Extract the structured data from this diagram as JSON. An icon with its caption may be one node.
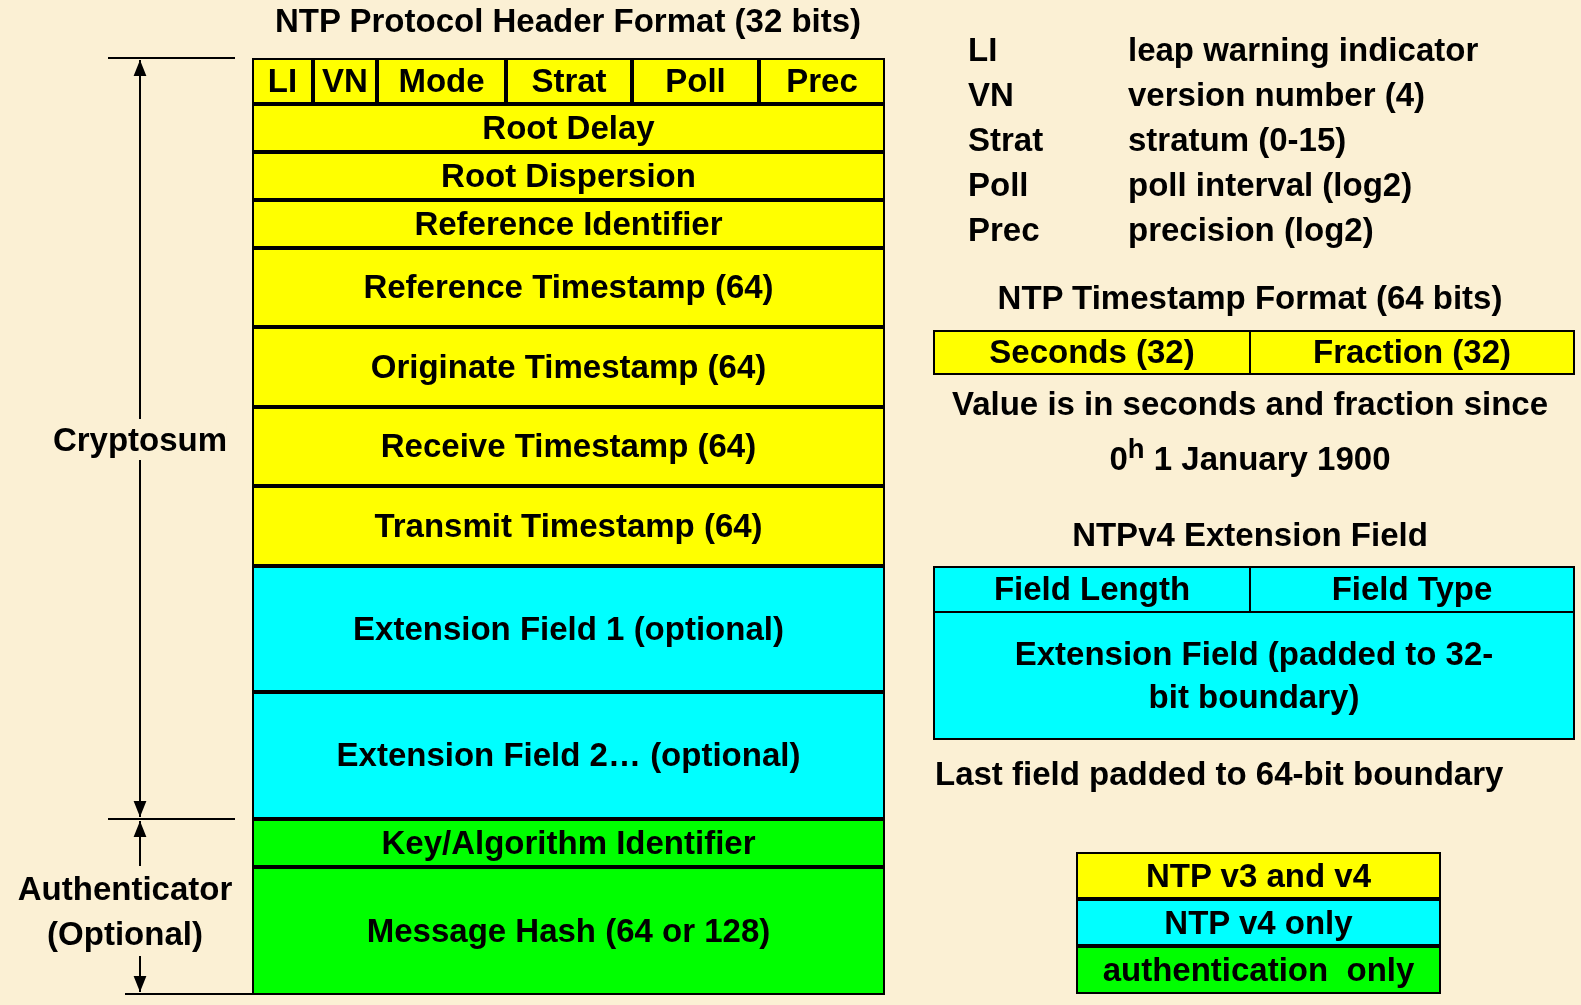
{
  "diagram": {
    "title": "NTP Protocol Header Format (32 bits)",
    "nodes": [
      {
        "text": [
          "LI"
        ]
      },
      {
        "text": [
          "VN"
        ]
      },
      {
        "text": [
          "Mode"
        ]
      },
      {
        "text": [
          "Strat"
        ]
      },
      {
        "text": [
          "Poll"
        ]
      },
      {
        "text": [
          "Prec"
        ]
      },
      {
        "text": [
          "Root Delay"
        ]
      },
      {
        "text": [
          "Root Dispersion"
        ]
      },
      {
        "text": [
          "Reference Identifier"
        ]
      },
      {
        "text": [
          "Reference Timestamp (64)"
        ]
      },
      {
        "text": [
          "Originate Timestamp (64)"
        ]
      },
      {
        "text": [
          "Receive Timestamp (64)"
        ]
      },
      {
        "text": [
          "Transmit Timestamp (64)"
        ]
      },
      {
        "text": [
          "Extension Field 1 (optional)"
        ]
      },
      {
        "text": [
          "Extension Field 2… (optional)"
        ]
      },
      {
        "text": [
          "Key/Algorithm Identifier"
        ]
      },
      {
        "text": [
          "Message Hash (64 or 128)"
        ]
      },
      {
        "text": [
          "Seconds (32)"
        ]
      },
      {
        "text": [
          "Fraction (32)"
        ]
      },
      {
        "text": [
          "Field Length"
        ]
      },
      {
        "text": [
          "Field Type"
        ]
      },
      {
        "text": [
          "Extension Field (padded to 32-bit boundary)"
        ]
      }
    ],
    "edges": [],
    "labels": [
      "LI",
      "leap warning indicator",
      "VN",
      "version number (4)",
      "Strat",
      "stratum (0-15)",
      "Poll",
      "poll interval (log2)",
      "Prec",
      "precision (log2)",
      "NTP Timestamp Format (64 bits)",
      "Value is in seconds and fraction since 0$^{h}$ 1 January 1900",
      "NTPv4 Extension Field",
      "Last field padded to 64-bit boundary",
      "Cryptosum",
      "Authenticator (Optional)"
    ],
    "legend": [
      {
        "text": "NTP v3 and v4",
        "color": "#ffff00"
      },
      {
        "text": "NTP v4 only",
        "color": "#00ffff"
      },
      {
        "text": "authentication  only",
        "color": "#00ff00"
      }
    ]
  }
}
